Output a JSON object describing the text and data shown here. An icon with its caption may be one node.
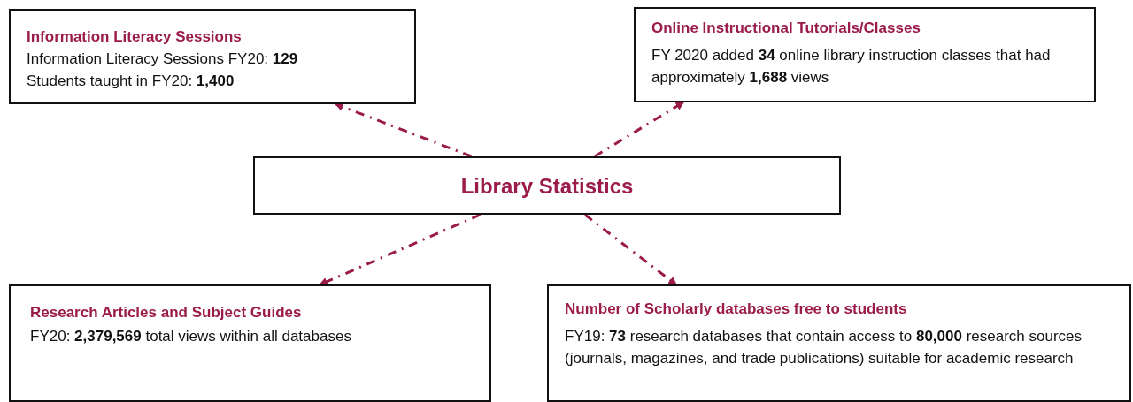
{
  "diagram": {
    "nodes": [
      {
        "text": [
          "Information Literacy Sessions",
          "Information Literacy Sessions FY20: **129**",
          "Students taught in FY20: **1,400**"
        ]
      },
      {
        "text": [
          "Online Instructional Tutorials/Classes",
          "FY 2020 added **34** online library instruction classes that had approximately **1,688** views"
        ]
      },
      {
        "text": [
          "Library Statistics"
        ]
      },
      {
        "text": [
          "Research Articles and Subject Guides",
          "FY20: **2,379,569** total views within all databases"
        ]
      },
      {
        "text": [
          "Number of Scholarly databases free to students",
          "FY19: **73** research databases that contain access to **80,000** research sources (journals, magazines, and trade publications) suitable for academic research"
        ]
      }
    ],
    "edges": [
      {
        "from": 2,
        "to": 0,
        "arrow": "to",
        "style": "dashed"
      },
      {
        "from": 2,
        "to": 1,
        "arrow": "to",
        "style": "dashed"
      },
      {
        "from": 2,
        "to": 3,
        "arrow": "to",
        "style": "dashed"
      },
      {
        "from": 2,
        "to": 4,
        "arrow": "to",
        "style": "dashed"
      }
    ]
  }
}
